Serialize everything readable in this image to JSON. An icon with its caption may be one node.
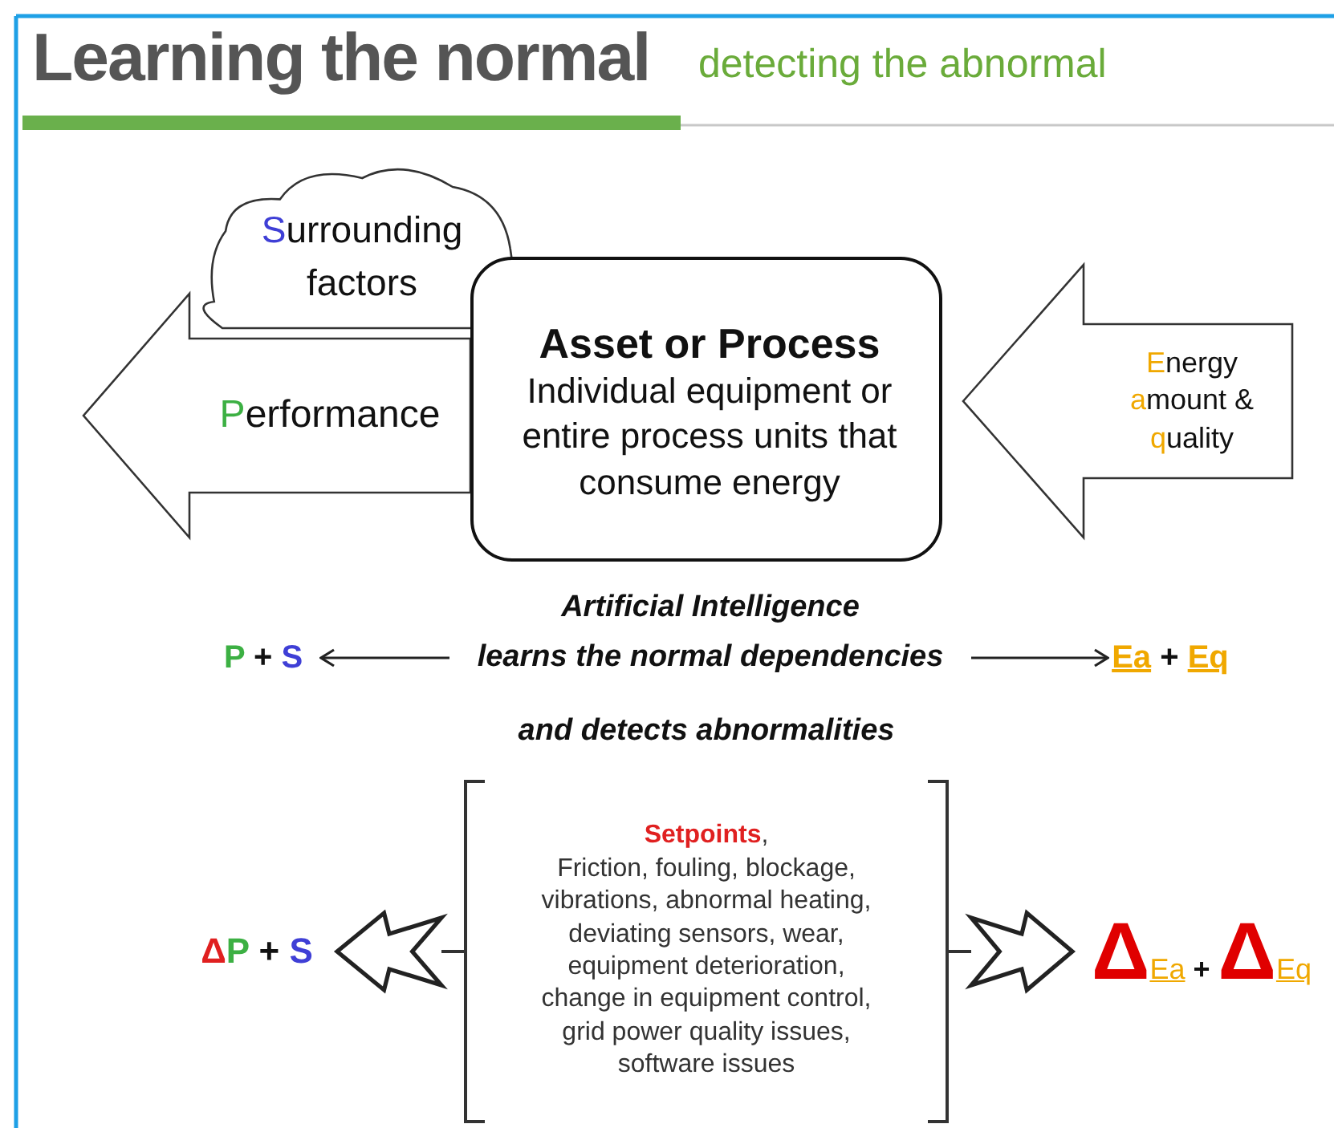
{
  "diagram": {
    "title": "Learning the normal",
    "nodes": [
      {
        "text": [
          "Surrounding factors"
        ]
      },
      {
        "text": [
          "Asset or Process",
          "Individual equipment or entire process units that consume energy"
        ]
      },
      {
        "text": [
          "P + S"
        ]
      },
      {
        "text": [
          "Artificial Intelligence",
          "learns the normal dependencies"
        ]
      },
      {
        "text": [
          "Ea + Eq"
        ]
      },
      {
        "text": [
          "ΔP + S"
        ]
      },
      {
        "text": [
          "Setpoints,",
          "Friction, fouling, blockage, vibrations, abnormal heating, deviating sensors, wear, equipment deterioration, change in equipment control, grid power quality issues, software issues"
        ]
      },
      {
        "text": [
          "ΔEa+ΔEq"
        ]
      }
    ],
    "edges": [
      {
        "from": 1,
        "to": null,
        "arrow": "to",
        "style": "thick",
        "label": "Performance"
      },
      {
        "from": null,
        "to": 1,
        "arrow": "to",
        "style": "thick",
        "label": "Energy amount & quality"
      },
      {
        "from": 3,
        "to": 2,
        "arrow": "to"
      },
      {
        "from": 3,
        "to": 4,
        "arrow": "to"
      },
      {
        "from": 6,
        "to": 5,
        "arrow": "to",
        "style": "thick"
      },
      {
        "from": 6,
        "to": 7,
        "arrow": "to",
        "style": "thick"
      }
    ],
    "labels": [
      "detecting the abnormal",
      "and detects abnormalities"
    ]
  }
}
